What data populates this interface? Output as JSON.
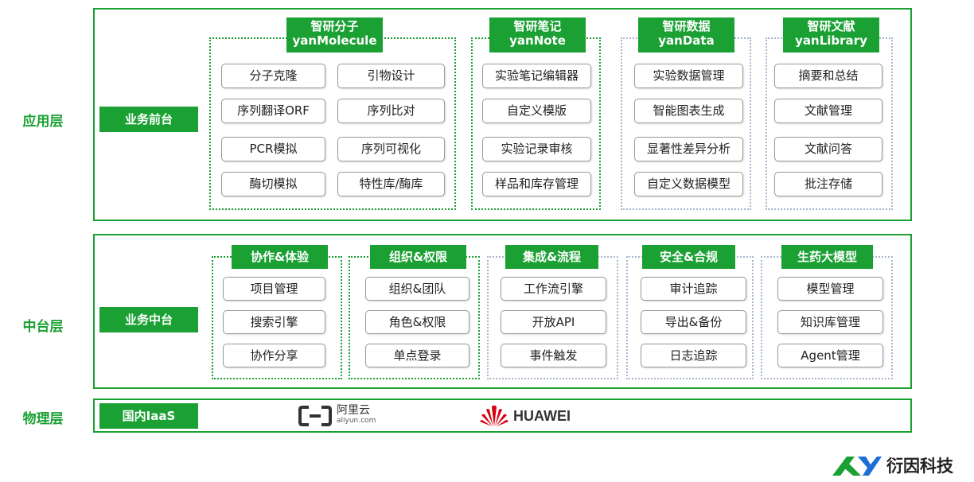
{
  "layers": {
    "app": {
      "label": "应用层",
      "tag": "业务前台",
      "groups": [
        {
          "title": "智研分子",
          "subtitle": "yanMolecule",
          "items": [
            "分子克隆",
            "引物设计",
            "序列翻译ORF",
            "序列比对",
            "PCR模拟",
            "序列可视化",
            "酶切模拟",
            "特性库/酶库"
          ]
        },
        {
          "title": "智研笔记",
          "subtitle": "yanNote",
          "items": [
            "实验笔记编辑器",
            "自定义模版",
            "实验记录审核",
            "样品和库存管理"
          ]
        },
        {
          "title": "智研数据",
          "subtitle": "yanData",
          "items": [
            "实验数据管理",
            "智能图表生成",
            "显著性差异分析",
            "自定义数据模型"
          ]
        },
        {
          "title": "智研文献",
          "subtitle": "yanLibrary",
          "items": [
            "摘要和总结",
            "文献管理",
            "文献问答",
            "批注存储"
          ]
        }
      ]
    },
    "middle": {
      "label": "中台层",
      "tag": "业务中台",
      "groups": [
        {
          "title": "协作&体验",
          "items": [
            "项目管理",
            "搜索引擎",
            "协作分享"
          ]
        },
        {
          "title": "组织&权限",
          "items": [
            "组织&团队",
            "角色&权限",
            "单点登录"
          ]
        },
        {
          "title": "集成&流程",
          "items": [
            "工作流引擎",
            "开放API",
            "事件触发"
          ]
        },
        {
          "title": "安全&合规",
          "items": [
            "审计追踪",
            "导出&备份",
            "日志追踪"
          ]
        },
        {
          "title": "生药大模型",
          "items": [
            "模型管理",
            "知识库管理",
            "Agent管理"
          ]
        }
      ]
    },
    "physical": {
      "label": "物理层",
      "tag": "国内IaaS",
      "vendors": [
        {
          "name": "阿里云",
          "sub": "aliyun.com",
          "icon": "aliyun-logo"
        },
        {
          "name": "HUAWEI",
          "icon": "huawei-logo"
        }
      ]
    }
  },
  "brand": {
    "name": "衍因科技",
    "color": "#1aa033",
    "accent": "#1d6fd6"
  },
  "colors": {
    "green": "#1aa033",
    "dotted_blue": "#a8b6cf"
  }
}
